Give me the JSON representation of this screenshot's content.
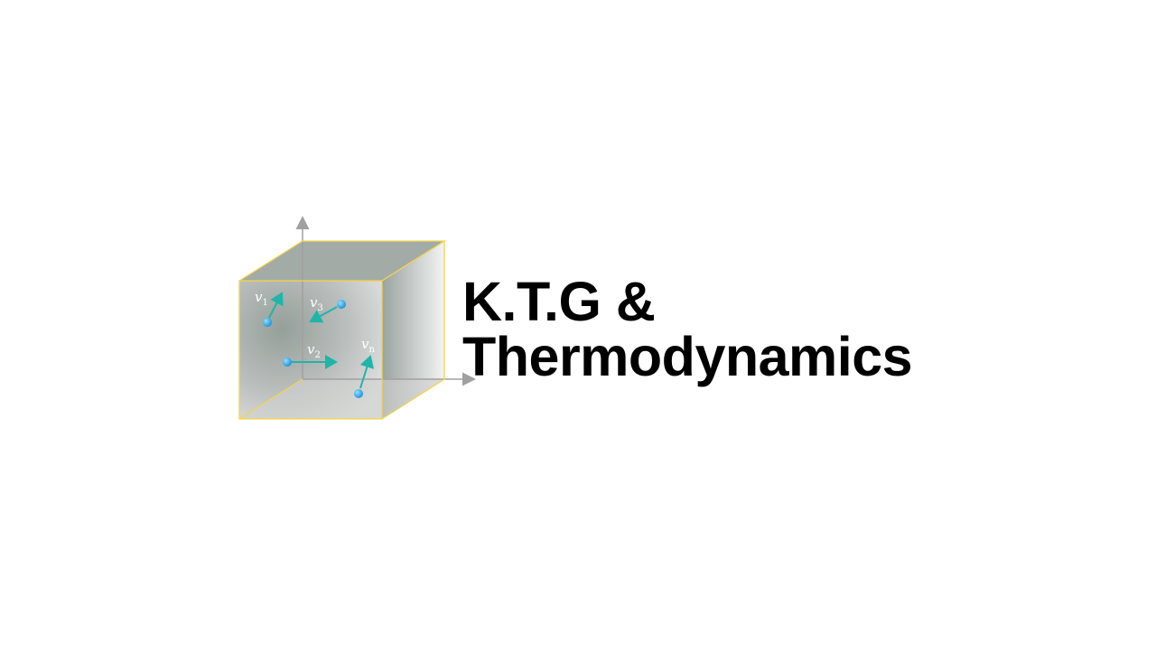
{
  "title": {
    "line1": "K.T.G &",
    "line2": "Thermodynamics"
  },
  "diagram": {
    "particles": [
      {
        "label": "v",
        "subscript": "1"
      },
      {
        "label": "v",
        "subscript": "3"
      },
      {
        "label": "v",
        "subscript": "2"
      },
      {
        "label": "v",
        "subscript": "n"
      }
    ],
    "colors": {
      "cube_edge": "#f5d34a",
      "particle": "#2aa8e8",
      "velocity_arrow": "#1fb5a8",
      "axis": "#a0a0a0"
    }
  }
}
